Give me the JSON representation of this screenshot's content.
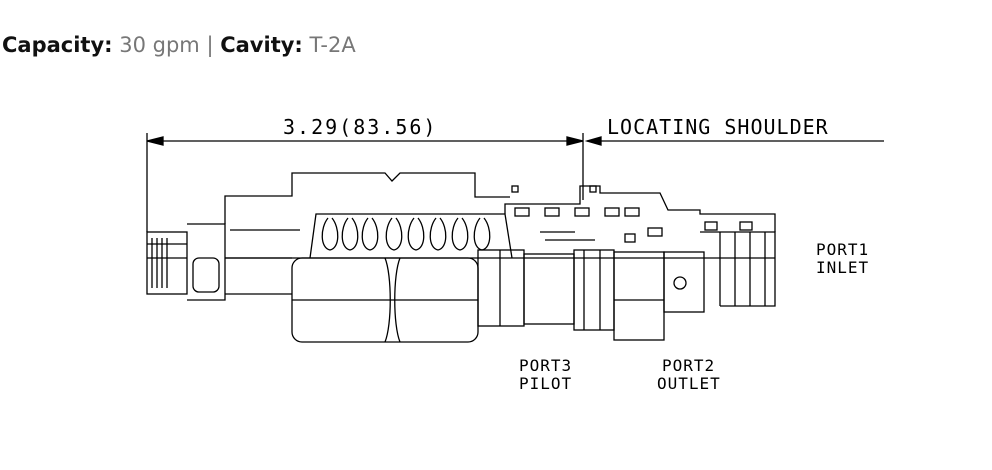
{
  "specs": {
    "capacity_label": "Capacity:",
    "capacity_value": "30 gpm",
    "separator": "|",
    "cavity_label": "Cavity:",
    "cavity_value": "T-2A"
  },
  "drawing": {
    "dimension_label": "3.29(83.56)",
    "shoulder_label": "LOCATING SHOULDER",
    "port1_line1": "PORT1",
    "port1_line2": "INLET",
    "port3_line1": "PORT3",
    "port3_line2": "PILOT",
    "port2_line1": "PORT2",
    "port2_line2": "OUTLET"
  },
  "colors": {
    "text": "#111111",
    "muted": "#777777",
    "line": "#000000"
  }
}
